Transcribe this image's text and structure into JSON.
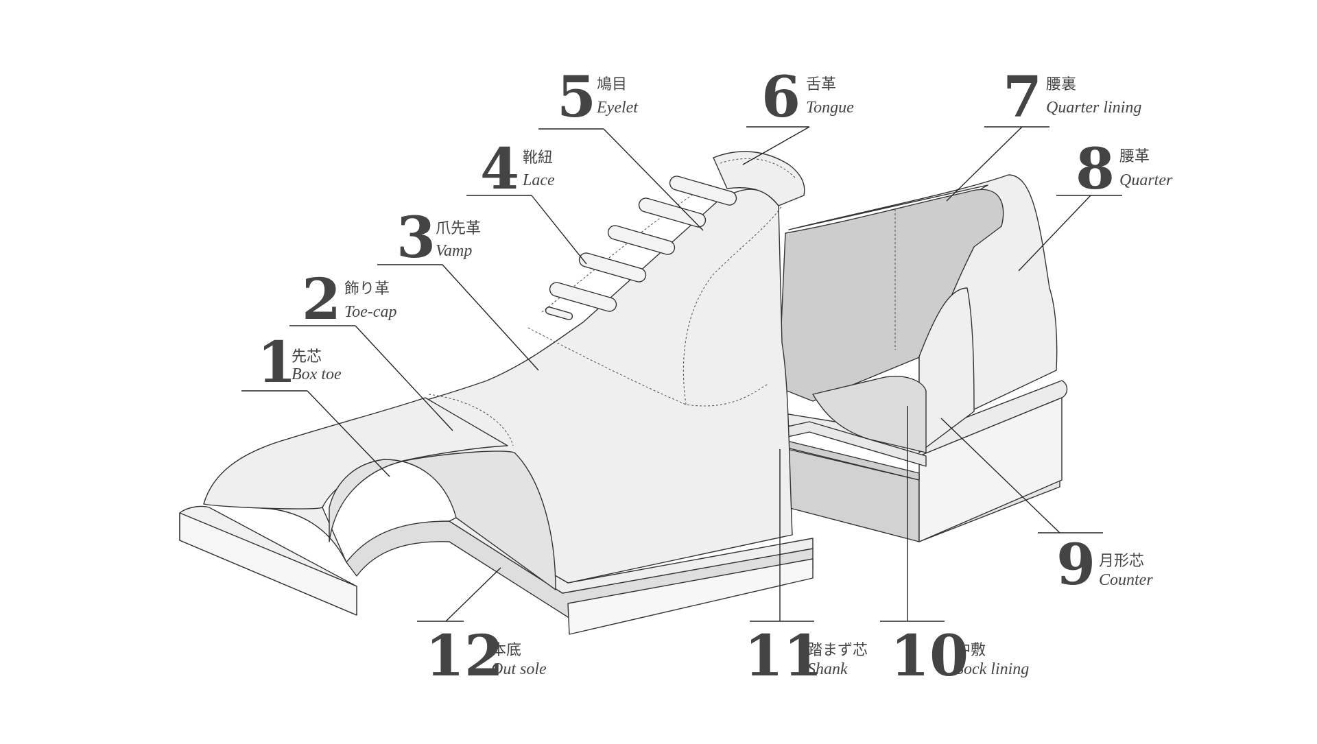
{
  "colors": {
    "ink": "#444444",
    "line": "#222222",
    "leather_light": "#efefef",
    "leather_mid": "#dcdcdc",
    "lining_grey": "#cdcdcd",
    "background": "#ffffff"
  },
  "parts": [
    {
      "number": "1",
      "jp": "先芯",
      "en": "Box toe"
    },
    {
      "number": "2",
      "jp": "飾り革",
      "en": "Toe-cap"
    },
    {
      "number": "3",
      "jp": "爪先革",
      "en": "Vamp"
    },
    {
      "number": "4",
      "jp": "靴紐",
      "en": "Lace"
    },
    {
      "number": "5",
      "jp": "鳩目",
      "en": "Eyelet"
    },
    {
      "number": "6",
      "jp": "舌革",
      "en": "Tongue"
    },
    {
      "number": "7",
      "jp": "腰裏",
      "en": "Quarter lining"
    },
    {
      "number": "8",
      "jp": "腰革",
      "en": "Quarter"
    },
    {
      "number": "9",
      "jp": "月形芯",
      "en": "Counter"
    },
    {
      "number": "10",
      "jp": "中敷",
      "en": "Sock lining"
    },
    {
      "number": "11",
      "jp": "踏まず芯",
      "en": "Shank"
    },
    {
      "number": "12",
      "jp": "本底",
      "en": "Out sole"
    }
  ]
}
